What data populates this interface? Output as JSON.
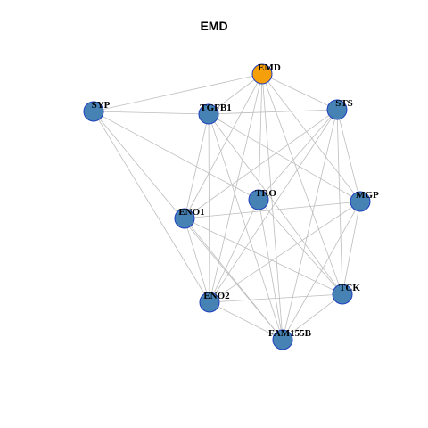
{
  "title": "EMD",
  "colors": {
    "hub": "#f5a00a",
    "node": "#4682b4",
    "node_border": "#1f3fbf",
    "edge": "#bdbdbd"
  },
  "nodes": [
    {
      "id": "EMD",
      "role": "hub"
    },
    {
      "id": "SYP",
      "role": "node"
    },
    {
      "id": "TGFB1",
      "role": "node"
    },
    {
      "id": "STS",
      "role": "node"
    },
    {
      "id": "TRO",
      "role": "node"
    },
    {
      "id": "MGP",
      "role": "node"
    },
    {
      "id": "ENO1",
      "role": "node"
    },
    {
      "id": "ENO2",
      "role": "node"
    },
    {
      "id": "TCK",
      "role": "node"
    },
    {
      "id": "FAM155B",
      "role": "node"
    }
  ],
  "edges": [
    [
      "EMD",
      "SYP"
    ],
    [
      "EMD",
      "TGFB1"
    ],
    [
      "EMD",
      "STS"
    ],
    [
      "EMD",
      "TRO"
    ],
    [
      "EMD",
      "MGP"
    ],
    [
      "EMD",
      "ENO1"
    ],
    [
      "EMD",
      "ENO2"
    ],
    [
      "EMD",
      "TCK"
    ],
    [
      "EMD",
      "FAM155B"
    ],
    [
      "SYP",
      "TGFB1"
    ],
    [
      "SYP",
      "TRO"
    ],
    [
      "SYP",
      "ENO2"
    ],
    [
      "SYP",
      "FAM155B"
    ],
    [
      "TGFB1",
      "STS"
    ],
    [
      "TGFB1",
      "ENO1"
    ],
    [
      "TGFB1",
      "ENO2"
    ],
    [
      "TGFB1",
      "MGP"
    ],
    [
      "TGFB1",
      "TCK"
    ],
    [
      "TGFB1",
      "FAM155B"
    ],
    [
      "STS",
      "ENO1"
    ],
    [
      "STS",
      "ENO2"
    ],
    [
      "STS",
      "TRO"
    ],
    [
      "STS",
      "MGP"
    ],
    [
      "STS",
      "TCK"
    ],
    [
      "STS",
      "FAM155B"
    ],
    [
      "TRO",
      "ENO2"
    ],
    [
      "TRO",
      "TCK"
    ],
    [
      "TRO",
      "FAM155B"
    ],
    [
      "ENO1",
      "MGP"
    ],
    [
      "ENO1",
      "TCK"
    ],
    [
      "ENO1",
      "FAM155B"
    ],
    [
      "ENO1",
      "ENO2"
    ],
    [
      "MGP",
      "ENO2"
    ],
    [
      "MGP",
      "TCK"
    ],
    [
      "MGP",
      "FAM155B"
    ],
    [
      "ENO2",
      "TCK"
    ],
    [
      "ENO2",
      "FAM155B"
    ],
    [
      "TCK",
      "FAM155B"
    ]
  ]
}
